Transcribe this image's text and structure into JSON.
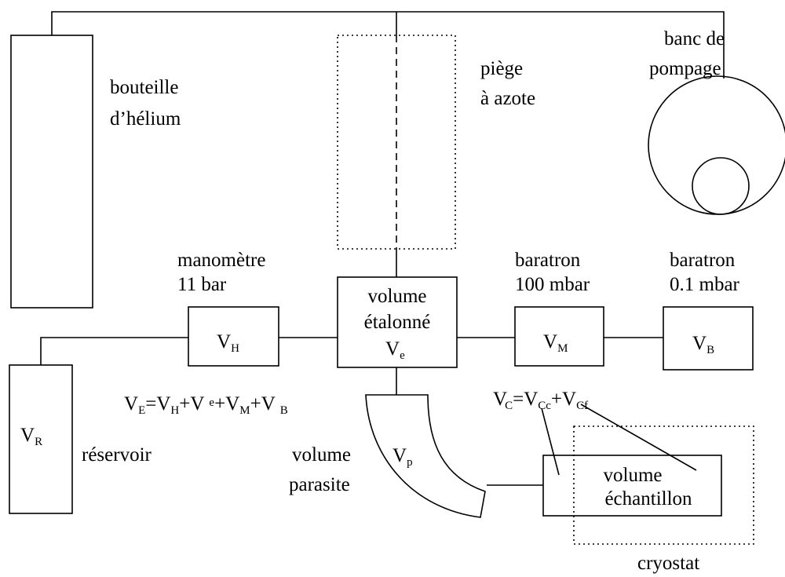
{
  "labels": {
    "bouteille_1": "bouteille",
    "bouteille_2": "d’hélium",
    "piege_1": "piège",
    "piege_2": "à azote",
    "banc_1": "banc de",
    "banc_2": "pompage",
    "manometre_1": "manomètre",
    "manometre_2": "11 bar",
    "baratron100_1": "baratron",
    "baratron100_2": "100 mbar",
    "baratron01_1": "baratron",
    "baratron01_2": "0.1 mbar",
    "volume_etalonne_1": "volume",
    "volume_etalonne_2": "étalonné",
    "reservoir": "réservoir",
    "volume_parasite_1": "volume",
    "volume_parasite_2": "parasite",
    "volume_echantillon_1": "volume",
    "volume_echantillon_2": "échantillon",
    "cryostat": "cryostat"
  },
  "symbols": {
    "V": "V",
    "H": "H",
    "e": "e",
    "M": "M",
    "B": "B",
    "R": "R",
    "p": "p",
    "E": "E",
    "C": "C",
    "Cc": "Cc",
    "Cf": "Cf",
    "eq": "=",
    "plus": "+"
  }
}
